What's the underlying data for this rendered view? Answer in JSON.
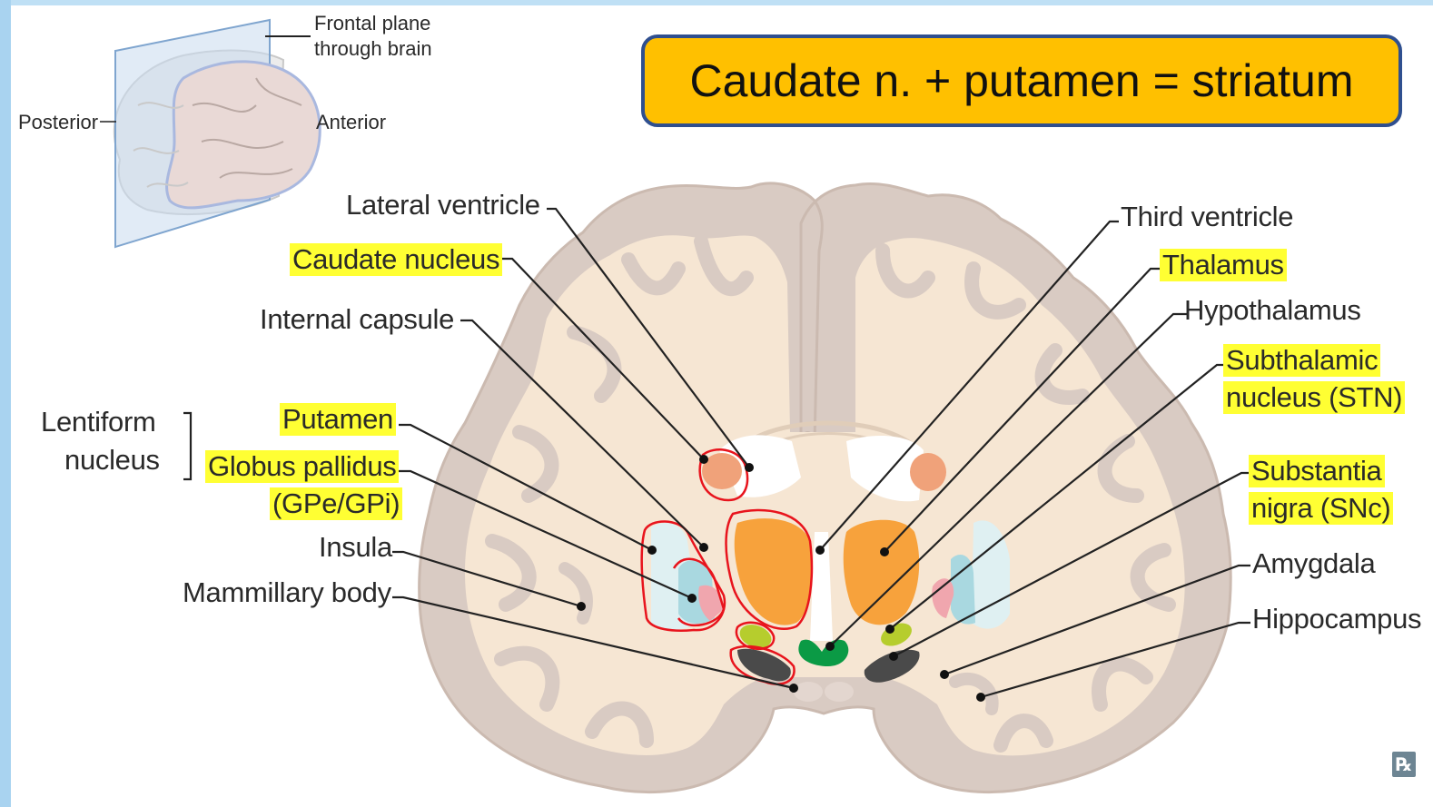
{
  "title": "Caudate n. + putamen = striatum",
  "inset": {
    "plane_label_line1": "Frontal plane",
    "plane_label_line2": "through brain",
    "posterior": "Posterior",
    "anterior": "Anterior"
  },
  "labels_left": {
    "lateral_ventricle": "Lateral ventricle",
    "caudate_nucleus": "Caudate nucleus",
    "internal_capsule": "Internal capsule",
    "lentiform_line1": "Lentiform",
    "lentiform_line2": "nucleus",
    "putamen": "Putamen",
    "globus_pallidus_line1": "Globus pallidus",
    "globus_pallidus_line2": "(GPe/GPi)",
    "insula": "Insula",
    "mammillary_body": "Mammillary body"
  },
  "labels_right": {
    "third_ventricle": "Third ventricle",
    "thalamus": "Thalamus",
    "hypothalamus": "Hypothalamus",
    "stn_line1": "Subthalamic",
    "stn_line2": "nucleus (STN)",
    "snc_line1": "Substantia",
    "snc_line2": "nigra (SNc)",
    "amygdala": "Amygdala",
    "hippocampus": "Hippocampus"
  },
  "logo": "℞",
  "colors": {
    "title_fill": "#ffc000",
    "title_border": "#2f4f8f",
    "highlight": "#ffff33",
    "white_matter": "#f7e6d1",
    "gray_matter": "#e8dcd6",
    "cortex_outline": "#d6c8bf",
    "caudate": "#f0a27a",
    "thalamus": "#f7a23c",
    "putamen": "#dff0f2",
    "globus_pallidus": "#a9d8e0",
    "gpi": "#f0a6ae",
    "stn": "#b6cd2d",
    "substantia_nigra": "#4a4a4a",
    "hypothalamus": "#0b9a45",
    "annotation_red": "#e8141d"
  }
}
